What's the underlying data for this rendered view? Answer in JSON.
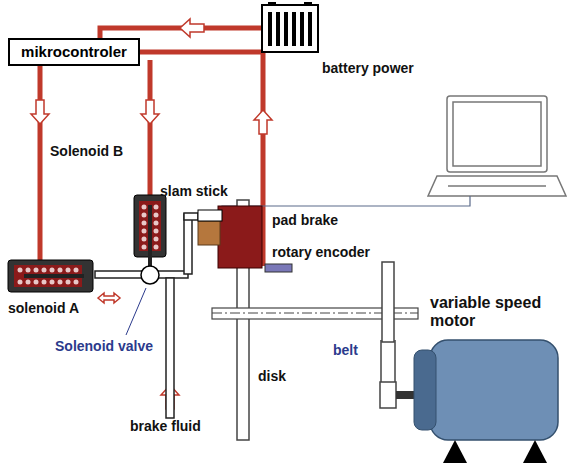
{
  "diagram": {
    "nodes": [
      {
        "text": [
          "mikrocontroler"
        ]
      }
    ],
    "labels": [
      "battery power",
      "slam stick",
      "Solenoid B",
      "pad brake",
      "rotary encoder",
      "solenoid A",
      "Solenoid valve",
      "belt",
      "variable speed motor",
      "disk",
      "brake fluid"
    ]
  }
}
